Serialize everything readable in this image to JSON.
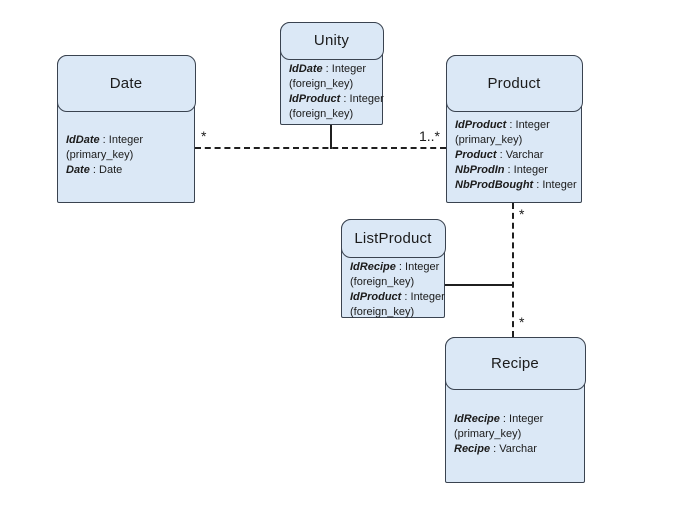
{
  "diagram": {
    "fill_color": "#dbe8f6",
    "stroke_color": "#3a4350",
    "line_color": "#1f1f1f",
    "background_color": "#ffffff",
    "sep": " : "
  },
  "entities": [
    {
      "title": "Date",
      "attributes": [
        {
          "name": "IdDate",
          "type": "Integer",
          "note": "(primary_key)"
        },
        {
          "name": "Date",
          "type": "Date"
        }
      ]
    },
    {
      "title": "Unity",
      "attributes": [
        {
          "name": "IdDate",
          "type": "Integer",
          "note": "(foreign_key)"
        },
        {
          "name": "IdProduct",
          "type": "Integer",
          "note": "(foreign_key)"
        }
      ]
    },
    {
      "title": "Product",
      "attributes": [
        {
          "name": "IdProduct",
          "type": "Integer",
          "note": "(primary_key)"
        },
        {
          "name": "Product",
          "type": "Varchar"
        },
        {
          "name": "NbProdIn",
          "type": "Integer"
        },
        {
          "name": "NbProdBought",
          "type": "Integer"
        }
      ]
    },
    {
      "title": "ListProduct",
      "attributes": [
        {
          "name": "IdRecipe",
          "type": "Integer",
          "note": "(foreign_key)"
        },
        {
          "name": "IdProduct",
          "type": "Integer",
          "note": "(foreign_key)"
        }
      ]
    },
    {
      "title": "Recipe",
      "attributes": [
        {
          "name": "IdRecipe",
          "type": "Integer",
          "note": "(primary_key)"
        },
        {
          "name": "Recipe",
          "type": "Varchar"
        }
      ]
    }
  ],
  "relations": {
    "date_product": {
      "from_label": "*",
      "to_label": "1..*"
    },
    "product_recipe": {
      "from_label": "*",
      "to_label": "*"
    }
  }
}
